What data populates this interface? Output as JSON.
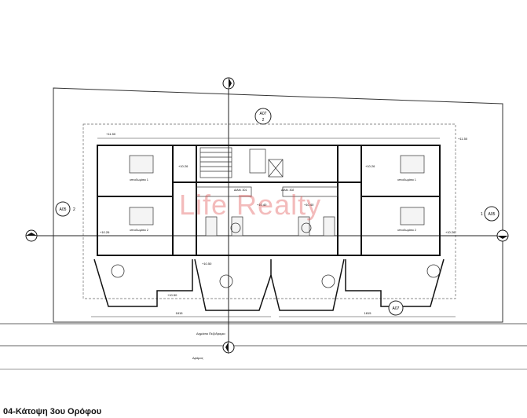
{
  "drawing": {
    "caption": "04-Κάτοψη 3ου Ορόφου",
    "watermark": "Life Realty",
    "markers": {
      "top": "A07",
      "top_sub": "2",
      "left": "A05",
      "left_sub": "2",
      "right": "A05",
      "right_sub": "1",
      "center_right": "A07"
    },
    "dim_overall": "1815",
    "road_label_1": "Δημόσιο Πεζόδρομιο",
    "road_label_2": "Δρόμος",
    "level_labels": [
      "+11.50",
      "+11.50",
      "+10.26",
      "+10.26",
      "+10.40",
      "+10.40",
      "+10.26",
      "+10.26",
      "+10.50",
      "+10.50"
    ],
    "rooms": [
      "υπνοδωμάτιο 1",
      "υπνοδωμάτιο 1",
      "υπνοδωμάτιο 2",
      "υπνοδωμάτιο 2",
      "ΔΙΑΜ. 301",
      "ΔΙΑΜ. 302"
    ]
  }
}
